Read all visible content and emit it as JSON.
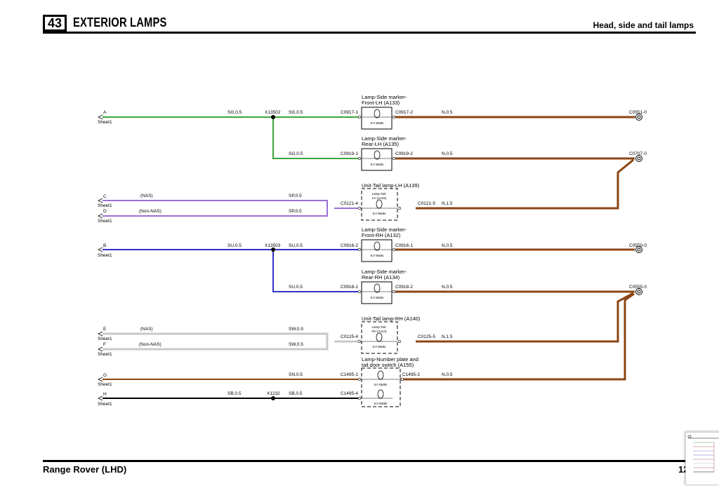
{
  "header": {
    "section": "43",
    "title": "EXTERIOR LAMPS",
    "subtitle": "Head, side and tail lamps"
  },
  "footer": {
    "left": "Range Rover (LHD)",
    "page": "12"
  },
  "components": [
    {
      "id": "sm_flh",
      "lines": [
        "Lamp-Side marker-",
        "Front-LH (A133)"
      ],
      "rating": "5.0 Watts"
    },
    {
      "id": "sm_rlh",
      "lines": [
        "Lamp-Side marker-",
        "Rear-LH (A135)"
      ],
      "rating": "5.0 Watts"
    },
    {
      "id": "tail_lh",
      "lines": [
        "Unit-Tail lamp-LH (A139)"
      ],
      "inner": [
        "Lamp-Tail-",
        "LH (A115)"
      ],
      "rating": "5.0 Watts"
    },
    {
      "id": "sm_frh",
      "lines": [
        "Lamp-Side marker-",
        "Front-RH (A132)"
      ],
      "rating": "5.0 Watts"
    },
    {
      "id": "sm_rrh",
      "lines": [
        "Lamp-Side marker-",
        "Rear-RH (A134)"
      ],
      "rating": "5.0 Watts"
    },
    {
      "id": "tail_rh",
      "lines": [
        "Unit-Tail lamp-RH (A140)"
      ],
      "inner": [
        "Lamp-Tail-",
        "RH (A114)"
      ],
      "rating": "5.0 Watts"
    },
    {
      "id": "numplate",
      "lines": [
        "Lamp-Number plate and",
        "tail door switch (A155)"
      ],
      "rating": "5.0 Watts",
      "rating2": "5.0 Watts"
    }
  ],
  "inputs": [
    {
      "id": "A",
      "label": "A",
      "sheet": "Sheet1"
    },
    {
      "id": "C",
      "label": "C",
      "sheet": "Sheet1",
      "note": "(NAS)"
    },
    {
      "id": "D",
      "label": "D",
      "sheet": "Sheet1",
      "note": "(Non-NAS)"
    },
    {
      "id": "B",
      "label": "B",
      "sheet": "Sheet1"
    },
    {
      "id": "E",
      "label": "E",
      "sheet": "Sheet1",
      "note": "(NAS)"
    },
    {
      "id": "F",
      "label": "F",
      "sheet": "Sheet1",
      "note": "(Non-NAS)"
    },
    {
      "id": "G",
      "label": "G",
      "sheet": "Sheet1"
    },
    {
      "id": "H",
      "label": "H",
      "sheet": "Sheet1"
    }
  ],
  "splices": [
    "X13502",
    "X13503",
    "X1232"
  ],
  "grounds": [
    "C0551-0",
    "C0707-0",
    "C0550-0",
    "C0555-0"
  ],
  "wires": [
    {
      "id": "w_a_left",
      "spec": "SG,0.5",
      "color": "#3aa63a"
    },
    {
      "id": "w_a_right",
      "spec": "SG,0.5",
      "color": "#3aa63a"
    },
    {
      "id": "w_a_branch",
      "spec": "SG,0.5",
      "color": "#3aa63a"
    },
    {
      "id": "w_c",
      "spec": "SP,0.5",
      "color": "#9b6fd6"
    },
    {
      "id": "w_d",
      "spec": "SP,0.5",
      "color": "#9b6fd6"
    },
    {
      "id": "w_b_left",
      "spec": "SU,0.5",
      "color": "#3030c8"
    },
    {
      "id": "w_b_right",
      "spec": "SU,0.5",
      "color": "#3030c8"
    },
    {
      "id": "w_b_branch",
      "spec": "SU,0.5",
      "color": "#3030c8"
    },
    {
      "id": "w_e",
      "spec": "SW,0.5",
      "color": "#c8c8c8"
    },
    {
      "id": "w_f",
      "spec": "SW,0.5",
      "color": "#c8c8c8"
    },
    {
      "id": "w_g",
      "spec": "SN,0.5",
      "color": "#8b4513"
    },
    {
      "id": "w_h_left",
      "spec": "SB,0.5",
      "color": "#000000"
    },
    {
      "id": "w_h_right",
      "spec": "SB,0.5",
      "color": "#000000"
    },
    {
      "id": "g1",
      "spec": "N,0.5",
      "color": "#8b4513"
    },
    {
      "id": "g2",
      "spec": "N,0.5",
      "color": "#8b4513"
    },
    {
      "id": "g3",
      "spec": "N,1.5",
      "color": "#8b4513"
    },
    {
      "id": "g4",
      "spec": "N,0.5",
      "color": "#8b4513"
    },
    {
      "id": "g5",
      "spec": "N,0.5",
      "color": "#8b4513"
    },
    {
      "id": "g6",
      "spec": "N,1.5",
      "color": "#8b4513"
    },
    {
      "id": "g7",
      "spec": "N,0.5",
      "color": "#8b4513"
    }
  ],
  "connectors": {
    "c1l": "C0917-1",
    "c1r": "C0917-2",
    "c2l": "C0919-1",
    "c2r": "C0919-2",
    "c3l": "C0121-4",
    "c3r": "C0121-5",
    "c4l": "C0916-2",
    "c4r": "C0916-1",
    "c5l": "C0918-1",
    "c5r": "C0918-2",
    "c6l": "C0125-4",
    "c6r": "C0125-5",
    "c7l": "C1495-1",
    "c7r": "C1495-2",
    "c8l": "C1495-4"
  },
  "colors": {
    "brown": "#8b4513",
    "green": "#3aa63a",
    "purple": "#9b6fd6",
    "blue": "#3030c8",
    "grey": "#c8c8c8",
    "black": "#000000"
  }
}
